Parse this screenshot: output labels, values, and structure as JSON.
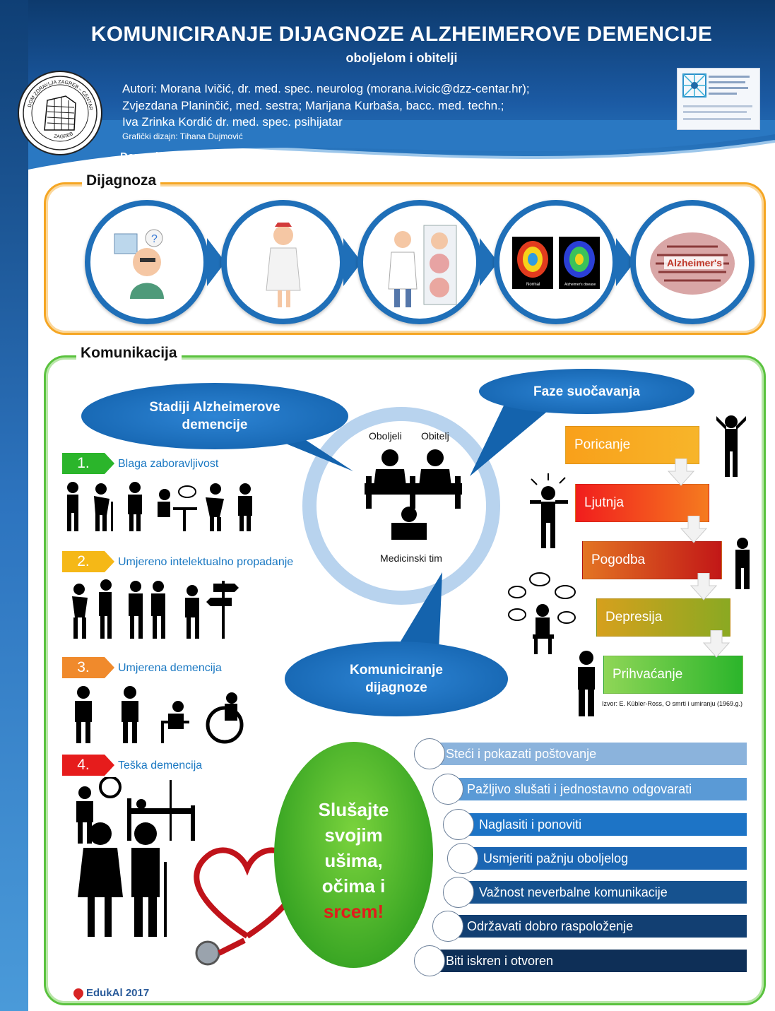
{
  "header": {
    "title": "KOMUNICIRANJE DIJAGNOZE ALZHEIMEROVE DEMENCIJE",
    "subtitle": "oboljelom i obitelji",
    "authors": [
      "Autori: Morana Ivičić, dr. med. spec. neurolog (morana.ivicic@dzz-centar.hr);",
      "Zvjezdana Planinčić, med. sestra; Marijana Kurbaša, bacc. med. techn.;",
      "Iva Zrinka Kordić dr. med. spec. psihijatar"
    ],
    "design_credit": "Grafički dizajn: Tihana Dujmović",
    "institution": "Dom zdravlja Zagreb Centar",
    "seal_top_text": "DOM ZDRAVLJA ZAGREB – CENTAR",
    "seal_bottom_text": "ZAGREB"
  },
  "sections": {
    "diagnosis": "Dijagnoza",
    "communication": "Komunikacija"
  },
  "diagnosis_images": {
    "scan_left_label": "Normal",
    "scan_right_label": "Alzheimer's disease",
    "wordcloud_label": "Alzheimer's"
  },
  "bubbles": {
    "stages": "Stadiji Alzheimerove demencije",
    "coping": "Faze suočavanja",
    "communicating": "Komuniciranje dijagnoze"
  },
  "center": {
    "patient": "Oboljeli",
    "family": "Obitelj",
    "team": "Medicinski tim"
  },
  "stages": [
    {
      "number": "1.",
      "label": "Blaga zaboravljivost",
      "color": "#2bb52b"
    },
    {
      "number": "2.",
      "label": "Umjereno intelektualno propadanje",
      "color": "#f5b817"
    },
    {
      "number": "3.",
      "label": "Umjerena demencija",
      "color": "#f08a2c"
    },
    {
      "number": "4.",
      "label": "Teška demencija",
      "color": "#e61c1c"
    }
  ],
  "phases": [
    {
      "label": "Poricanje",
      "color": "#f7a21b"
    },
    {
      "label": "Ljutnja",
      "color": "#f0451e"
    },
    {
      "label": "Pogodba",
      "color": "#d6451c"
    },
    {
      "label": "Depresija",
      "color": "#b8a81e"
    },
    {
      "label": "Prihvaćanje",
      "color": "#53c232"
    }
  ],
  "phases_source": "Izvor: E. Kübler-Ross, O smrti i umiranju (1969.g.)",
  "tips": [
    {
      "label": "Steći i pokazati poštovanje",
      "color": "#8bb3dc"
    },
    {
      "label": "Pažljivo slušati i jednostavno odgovarati",
      "color": "#5a9ad6"
    },
    {
      "label": "Naglasiti i ponoviti",
      "color": "#1d74c6"
    },
    {
      "label": "Usmjeriti pažnju oboljelog",
      "color": "#1b66b3"
    },
    {
      "label": "Važnost neverbalne komunikacije",
      "color": "#16528f"
    },
    {
      "label": "Održavati dobro raspoloženje",
      "color": "#123f72"
    },
    {
      "label": "Biti iskren i otvoren",
      "color": "#0e2f57"
    }
  ],
  "slogan": {
    "lines": [
      "Slušajte",
      "svojim",
      "ušima,",
      "očima i"
    ],
    "highlight": "srcem!"
  },
  "footer": {
    "logo_text": "EdukAl 2017"
  }
}
